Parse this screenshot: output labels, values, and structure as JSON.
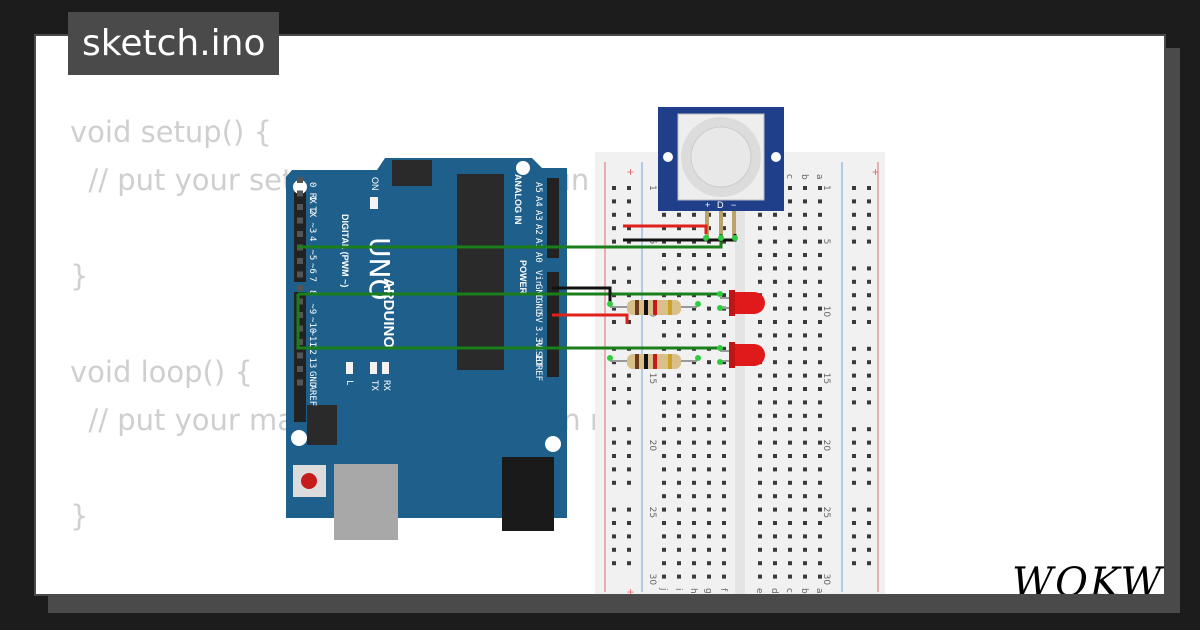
{
  "tab": {
    "filename": "sketch.ino"
  },
  "code": {
    "lines": [
      "void setup() {",
      "  // put your setup code here, to run once:",
      "",
      "}",
      "",
      "void loop() {",
      "  // put your main code here, to run repeatedly:",
      "",
      "}"
    ]
  },
  "arduino": {
    "model": "UNO",
    "brand": "ARDUINO",
    "on_label": "ON",
    "digital_label": "DIGITAL (PWM ~)",
    "analog_label": "ANALOG IN",
    "power_label": "POWER",
    "digital_pins": [
      "0 RX",
      "1 TX",
      "2",
      "~3",
      "4",
      "~5",
      "~6",
      "7",
      "8",
      "~9",
      "~10",
      "~11",
      "12",
      "13",
      "GND",
      "AREF"
    ],
    "analog_pins": [
      "A5",
      "A4",
      "A3",
      "A2",
      "A1",
      "A0"
    ],
    "power_pins": [
      "Vin",
      "GND",
      "GND",
      "5V",
      "3.3V",
      "RESET",
      "IOREF"
    ],
    "leds": [
      "L",
      "TX",
      "RX"
    ]
  },
  "pir": {
    "pin_labels": [
      "+",
      "D",
      "−"
    ]
  },
  "breadboard": {
    "row_numbers": [
      "1",
      "5",
      "10",
      "15",
      "20",
      "25",
      "30"
    ],
    "col_letters_left": [
      "j",
      "i",
      "h",
      "g",
      "f"
    ],
    "col_letters_right": [
      "e",
      "d",
      "c",
      "b",
      "a"
    ],
    "rail_labels": [
      "+",
      "−"
    ]
  },
  "components": [
    "arduino-uno",
    "pir-sensor",
    "resistor",
    "resistor",
    "red-led",
    "red-led"
  ],
  "wire_colors": {
    "green": "#1a7f1a",
    "red": "#e0201a",
    "black": "#111111"
  },
  "logo": {
    "text": "WOKWi"
  }
}
